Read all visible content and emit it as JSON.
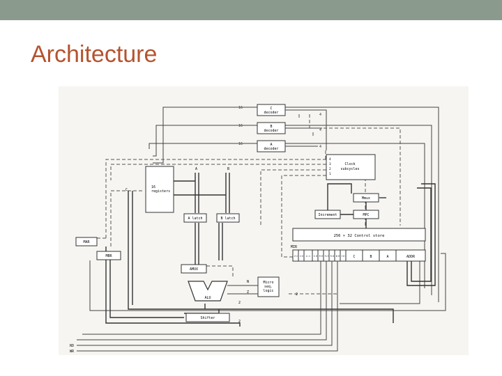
{
  "slide": {
    "title": "Architecture",
    "accent_color": "#b5532e",
    "topbar_color": "#8a9b8e"
  },
  "diagram": {
    "c_decoder": [
      "C",
      "decoder"
    ],
    "b_decoder": [
      "B",
      "decoder"
    ],
    "a_decoder": [
      "A",
      "decoder"
    ],
    "bus_width_16": "16",
    "bus_width_4": "4",
    "clock": [
      "Clock",
      "subcycles"
    ],
    "clock_lines": [
      "4",
      "3",
      "2",
      "1"
    ],
    "registers": [
      "16",
      "registers"
    ],
    "bus_c": "C",
    "bus_a": "A",
    "bus_b": "B",
    "a_latch": "A latch",
    "b_latch": "B latch",
    "mmux": "Mmux",
    "increment": "Increment",
    "mpc": "MPC",
    "control_store": "256 × 32 Control store",
    "mar": "MAR",
    "mbr": "MBR",
    "amux": "AMUX",
    "alu": "ALU",
    "shifter": "Shifter",
    "micro_seq": [
      "Micro",
      "seq.",
      "logic"
    ],
    "n_flag": "N",
    "z_flag": "Z",
    "two": "2",
    "mir_label": "MIR",
    "mir_fields_narrow": [
      "A M U X",
      "C O N D",
      "A L U",
      "S H",
      "M B R",
      "M A R",
      "R D",
      "W R",
      "E N C"
    ],
    "mir_fields_wide": [
      "C",
      "B",
      "A",
      "ADDR"
    ],
    "rd": "RD",
    "wr": "WR"
  }
}
